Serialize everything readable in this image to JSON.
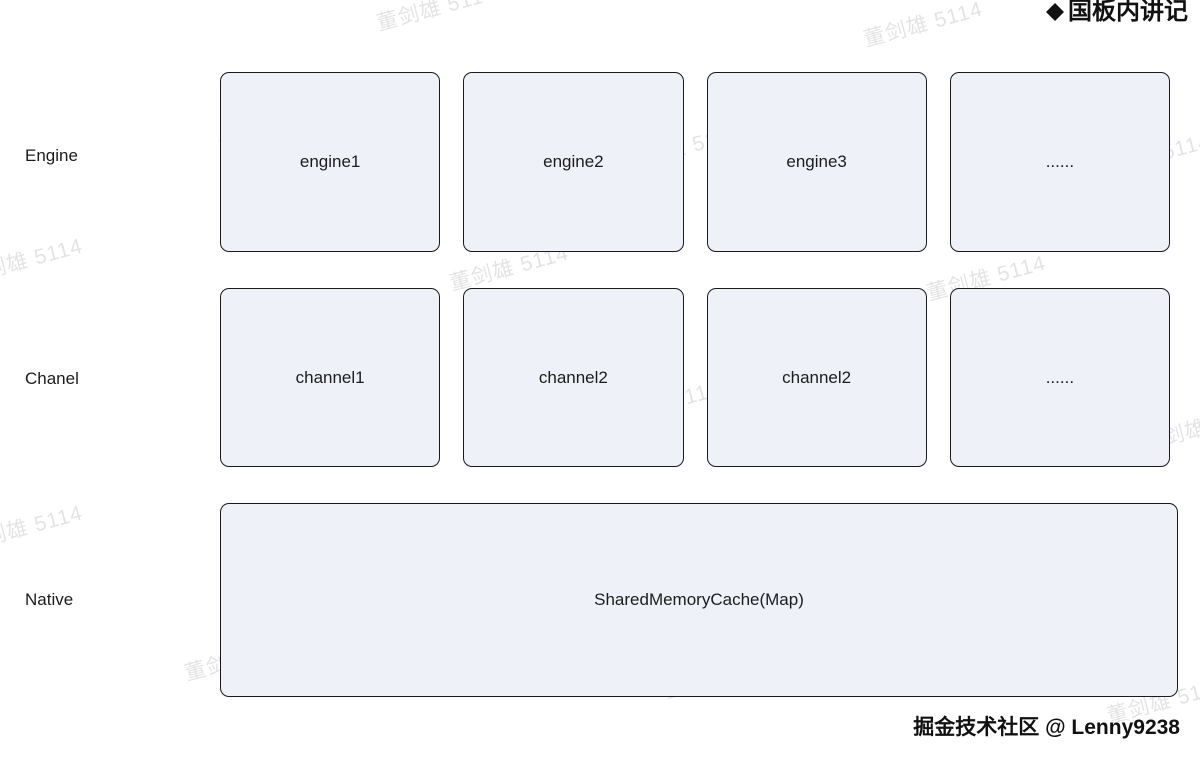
{
  "page": {
    "top_right_title": "国板内讲记",
    "bottom_credit": "掘金技术社区 @ Lenny9238",
    "watermark_text": "董剑雄 5114"
  },
  "diagram": {
    "rows": [
      {
        "label": "Engine",
        "boxes": [
          "engine1",
          "engine2",
          "engine3",
          "......"
        ]
      },
      {
        "label": "Chanel",
        "boxes": [
          "channel1",
          "channel2",
          "channel2",
          "......"
        ]
      },
      {
        "label": "Native",
        "boxes": [
          "SharedMemoryCache(Map)"
        ]
      }
    ]
  },
  "colors": {
    "box_fill": "#eef1f8",
    "box_border": "#1a1a1a",
    "watermark": "rgba(60,60,60,0.14)"
  }
}
